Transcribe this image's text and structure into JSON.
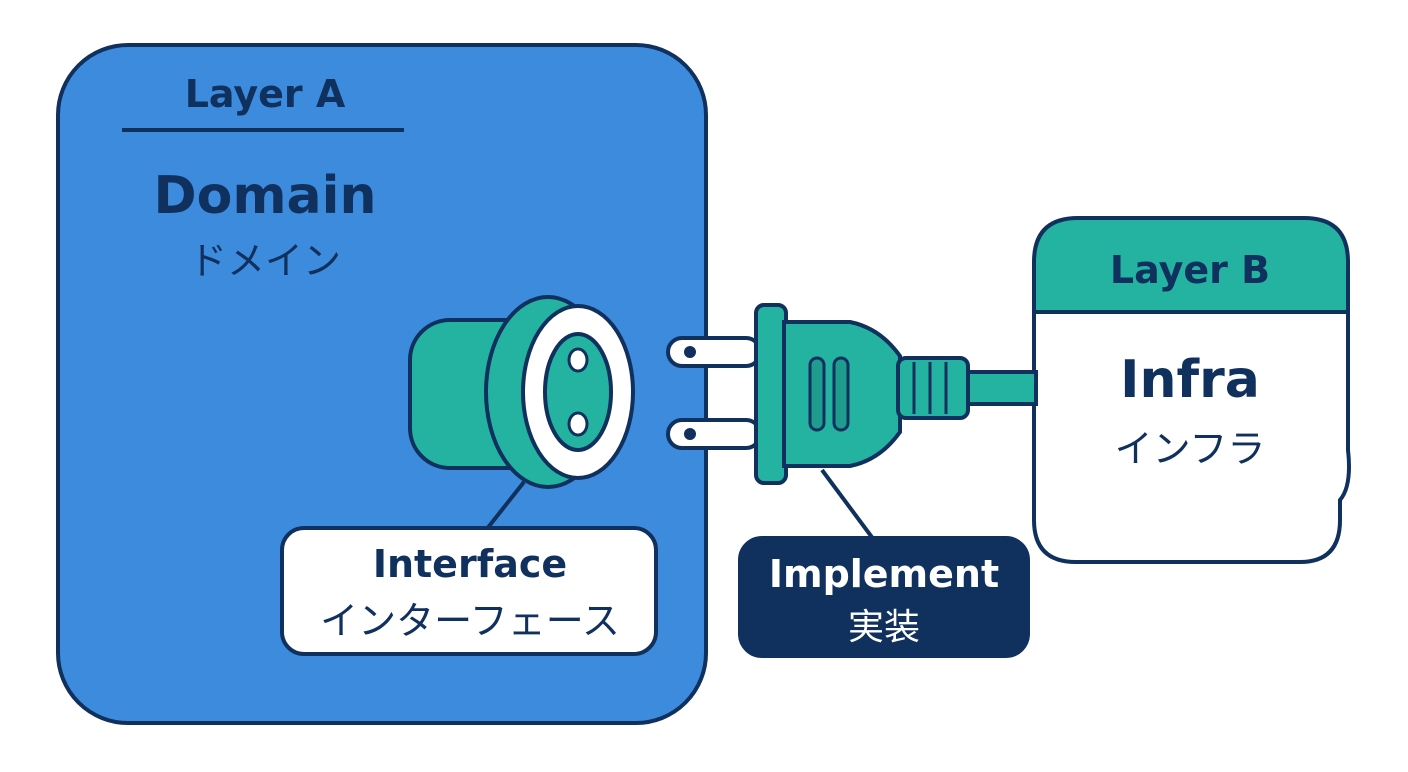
{
  "colors": {
    "outline": "#10305e",
    "domain_fill": "#3d8bdc",
    "teal": "#25b3a1",
    "teal_dark": "#1e9c8d",
    "white": "#ffffff"
  },
  "layer_a": {
    "title": "Layer A",
    "name_en": "Domain",
    "name_jp": "ドメイン"
  },
  "layer_b": {
    "title": "Layer B",
    "name_en": "Infra",
    "name_jp": "インフラ"
  },
  "interface_callout": {
    "en": "Interface",
    "jp": "インターフェース"
  },
  "implement_callout": {
    "en": "Implement",
    "jp": "実装"
  },
  "icons": {
    "socket": "power-socket-icon",
    "plug": "power-plug-icon"
  }
}
